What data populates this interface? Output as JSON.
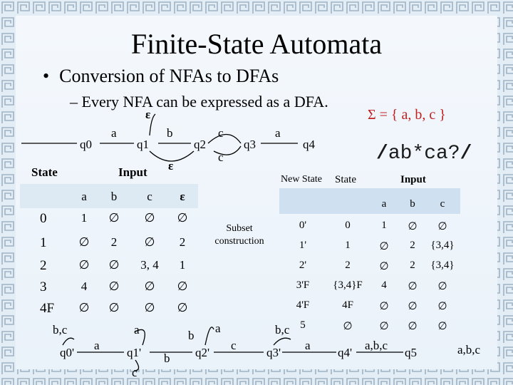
{
  "slide": {
    "title": "Finite-State Automata",
    "bullet": "Conversion of NFAs to DFAs",
    "bullet_marker": "•",
    "sub_bullet": "– Every NFA can be expressed as a DFA.",
    "alphabet": "Σ = { a, b, c }",
    "regex_open": "/",
    "regex_body": "ab*ca?",
    "regex_close": "/"
  },
  "nfa_top": {
    "states": [
      "q0",
      "q1",
      "q2",
      "q3",
      "q4"
    ],
    "edge_labels": [
      "a",
      "b",
      "c",
      "a",
      "c",
      "ε",
      "ε"
    ]
  },
  "nfa_table": {
    "state_header": "State",
    "input_header": "Input",
    "columns": [
      "a",
      "b",
      "c",
      "ε"
    ],
    "rows": [
      {
        "state": "0",
        "cells": [
          "1",
          "∅",
          "∅",
          "∅"
        ]
      },
      {
        "state": "1",
        "cells": [
          "∅",
          "2",
          "∅",
          "2"
        ]
      },
      {
        "state": "2",
        "cells": [
          "∅",
          "∅",
          "3, 4",
          "1"
        ]
      },
      {
        "state": "3",
        "cells": [
          "4",
          "∅",
          "∅",
          "∅"
        ]
      },
      {
        "state": "4F",
        "cells": [
          "∅",
          "∅",
          "∅",
          "∅"
        ]
      }
    ]
  },
  "subset_label": "Subset construction",
  "dfa_table": {
    "new_state_header": "New State",
    "state_header": "State",
    "input_header": "Input",
    "columns": [
      "a",
      "b",
      "c"
    ],
    "rows": [
      {
        "new": "0'",
        "state": "0",
        "cells": [
          "1",
          "∅",
          "∅"
        ]
      },
      {
        "new": "1'",
        "state": "1",
        "cells": [
          "∅",
          "2",
          "{3,4}"
        ]
      },
      {
        "new": "2'",
        "state": "2",
        "cells": [
          "∅",
          "2",
          "{3,4}"
        ]
      },
      {
        "new": "3'F",
        "state": "{3,4}F",
        "cells": [
          "4",
          "∅",
          "∅"
        ]
      },
      {
        "new": "4'F",
        "state": "4F",
        "cells": [
          "∅",
          "∅",
          "∅"
        ]
      },
      {
        "new": "5",
        "state": "∅",
        "cells": [
          "∅",
          "∅",
          "∅"
        ]
      }
    ]
  },
  "dfa_bottom": {
    "states": [
      "q0'",
      "q1'",
      "q2'",
      "q3'",
      "q4'",
      "q5"
    ],
    "edge_labels": [
      "b,c",
      "a",
      "a",
      "c",
      "b",
      "b",
      "a",
      "c",
      "b,c",
      "a",
      "a,b,c",
      "a,b,c"
    ]
  }
}
